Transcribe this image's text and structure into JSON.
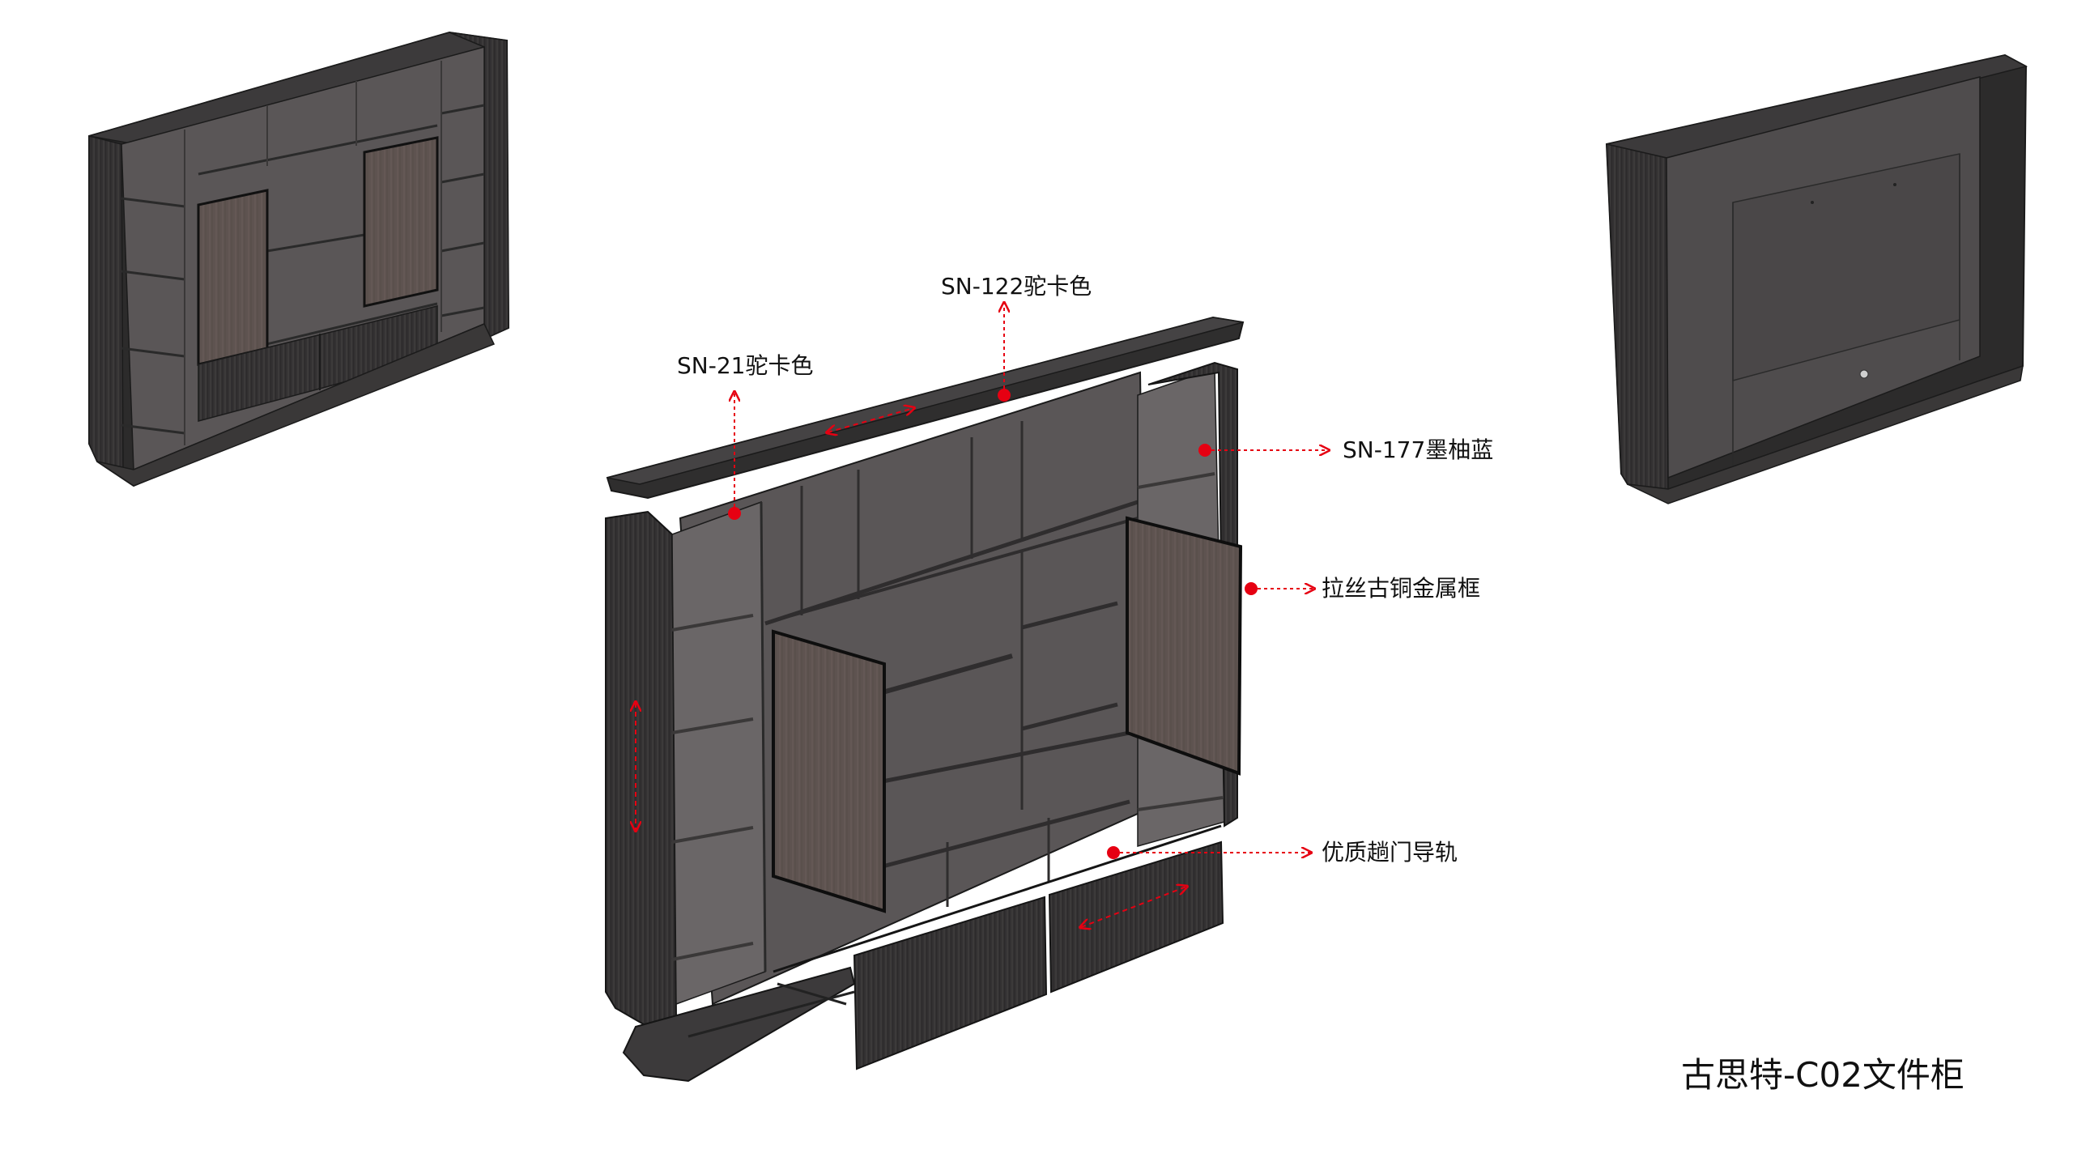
{
  "annotations": {
    "top_panel_color": "SN-122驼卡色",
    "side_panel_color": "SN-21驼卡色",
    "back_panel_color": "SN-177墨柚蓝",
    "door_frame": "拉丝古铜金属框",
    "sliding_rail": "优质趟门导轨"
  },
  "caption": "古思特-C02文件柜",
  "colors": {
    "annotation": "#e60012",
    "cabinet_dark": "#2e2e2e",
    "cabinet_mid": "#4a4748",
    "interior": "#5a5657",
    "door_panel": "#5f5451"
  }
}
